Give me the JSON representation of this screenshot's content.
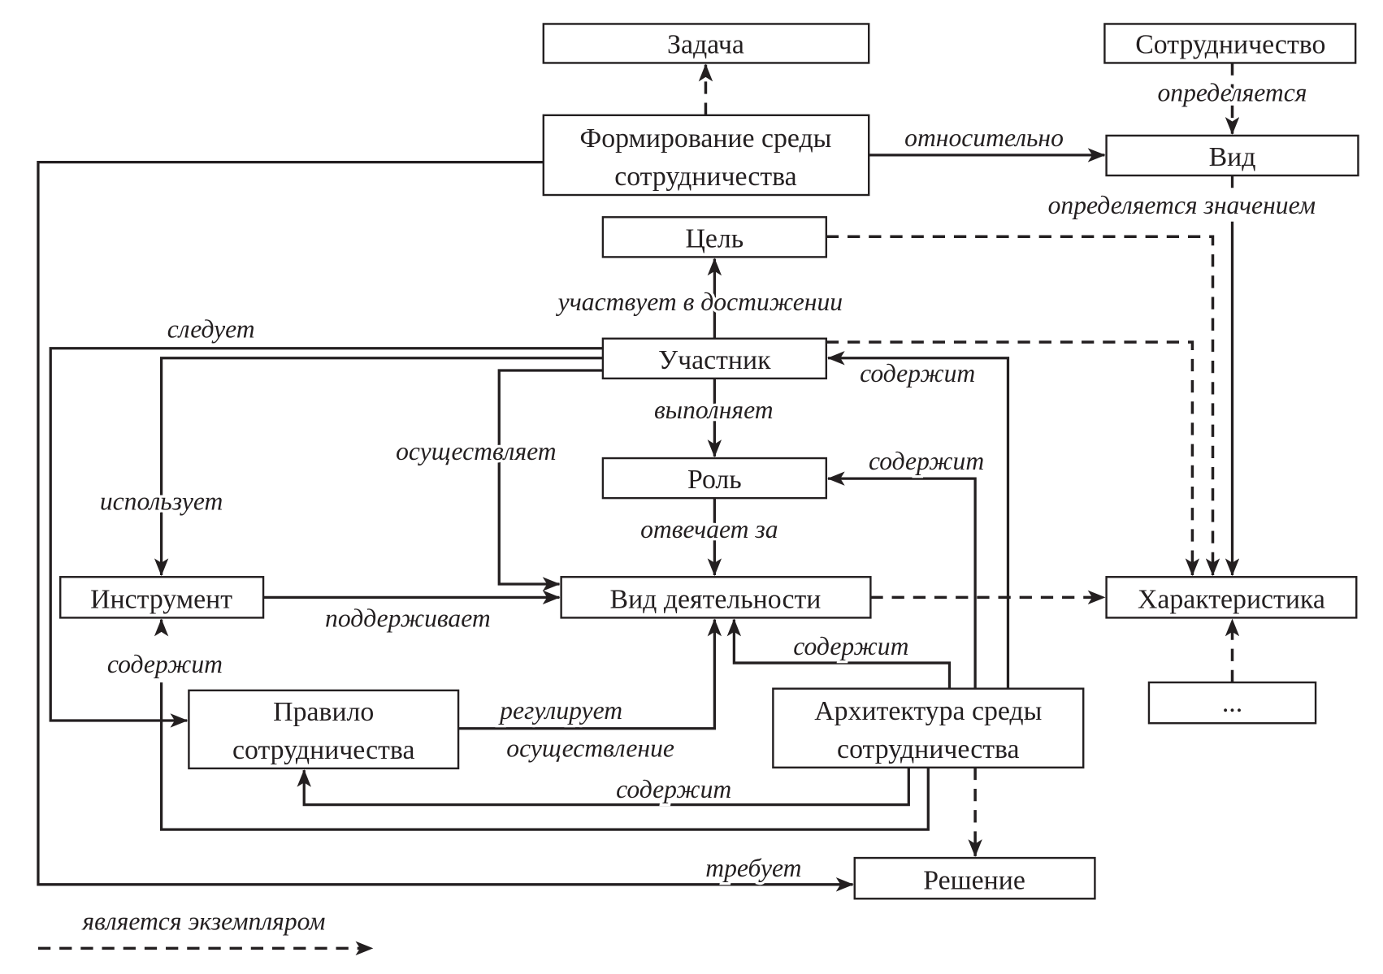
{
  "nodes": {
    "task": "Задача",
    "collaboration": "Сотрудничество",
    "formation": [
      "Формирование среды",
      "сотрудничества"
    ],
    "kind": "Вид",
    "goal": "Цель",
    "participant": "Участник",
    "role": "Роль",
    "tool": "Инструмент",
    "activity_type": "Вид деятельности",
    "characteristic": "Характеристика",
    "ellipsis": "...",
    "rule": [
      "Правило",
      "сотрудничества"
    ],
    "architecture": [
      "Архитектура среды",
      "сотрудничества"
    ],
    "solution": "Решение"
  },
  "edge_labels": {
    "relative_to": "относительно",
    "defined_by": "определяется",
    "defined_by_value": "определяется значением",
    "participates_in_achieving": "участвует в достижении",
    "follows": "следует",
    "performs": "выполняет",
    "carries_out": "осуществляет",
    "uses": "использует",
    "responsible_for": "отвечает за",
    "supports": "поддерживает",
    "regulates": "регулирует",
    "implementation": "осуществление",
    "contains_participant": "содержит",
    "contains_role": "содержит",
    "contains_activity": "содержит",
    "contains_tool": "содержит",
    "contains_rule": "содержит",
    "requires": "требует"
  },
  "legend": {
    "instance_of": "является экземпляром",
    "instance_of_style": "dashed-arrow"
  }
}
